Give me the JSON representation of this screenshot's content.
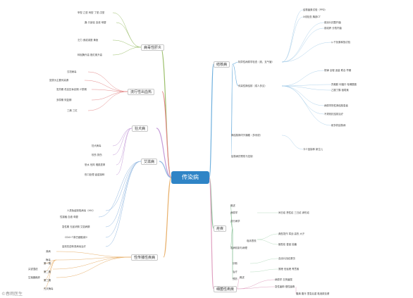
{
  "root": "传染病",
  "branches": {
    "b1": "病毒性肝炎",
    "b2": "流行性出血热",
    "b3": "狂犬病",
    "b4": "艾滋病",
    "b5": "性传播性疾病",
    "b6": "结核病",
    "b7": "疟疾",
    "b8": "细菌性痢疾"
  },
  "texts": {
    "t_rabies_label": "狂犬病",
    "t_tb_mid1": "特异性病原学检查（痰、支气管）",
    "t_tb_mid2": "传染性肺结核（成人多见）",
    "t_tb_mid3": "肺结核肺内外播散（多系统）",
    "t_tb_mid4": "结核病的预防与控制",
    "t_tb_r1": "结核菌素试验（PPD）",
    "t_tb_r2": "X线检查 胸部CT",
    "t_tb_r3": "痰涂片抗酸杆菌",
    "t_tb_r4": "痰培养 分枝杆菌",
    "t_tb_r5": "γ-干扰素释放试验",
    "t_tb_r6": "规律 全程 适量 联合 早期",
    "t_tb_r7": "异烟肼 利福平 吡嗪酰胺",
    "t_tb_r8": "乙胺丁醇 链霉素",
    "t_tb_r9": "病原学阳性肺结核患者",
    "t_tb_r10": "不规则抗结核治疗",
    "t_tb_r11": "耐多药结核病",
    "t_tb_r12": "卡介苗接种 新生儿",
    "t_mal_1": "概述",
    "t_mal_2": "病原学",
    "t_mal_3": "流行病学",
    "t_mal_4": "发病机制与病理",
    "t_mal_5": "临床表现",
    "t_mal_6": "诊断",
    "t_mal_7": "治疗",
    "t_mal_8": "预防",
    "t_mal_r1": "间日疟 恶性疟 三日疟 卵形疟",
    "t_mal_r2": "典型发作 寒战 高热 大汗",
    "t_mal_r3": "脑型疟 昏迷 抽搐",
    "t_mal_r4": "血涂片找疟原虫",
    "t_mal_r5": "氯喹 伯氨喹 青蒿素",
    "t_bd_1": "概述",
    "t_bd_2": "病原学 志贺菌属",
    "t_bd_3": "急性菌痢 慢性菌痢",
    "t_bd_4": "腹痛 腹泻 里急后重 黏液脓血便",
    "t_hep_1": "甲型 乙型 丙型 丁型 戊型",
    "t_hep_2": "粪-口途径 血液 母婴",
    "t_hep_3": "乏力 食欲减退 黄疸",
    "t_hep_4": "转氨酶升高 胆红素升高",
    "t_ehf_1": "汉坦病毒",
    "t_ehf_2": "鼠类为主要传染源",
    "t_ehf_3": "发热期 低血压休克期 少尿期",
    "t_ehf_4": "多尿期 恢复期",
    "t_ehf_5": "三痛 三红",
    "t_rab_1": "狂犬病毒",
    "t_rab_2": "咬伤 抓伤",
    "t_rab_3": "恐水 怕风 咽肌痉挛",
    "t_rab_4": "伤口处理 疫苗接种",
    "t_aids_1": "人类免疫缺陷病毒（HIV）",
    "t_aids_2": "性接触 血液 母婴",
    "t_aids_3": "急性期 无症状期 艾滋病期",
    "t_aids_4": "CD4+T淋巴细胞减少",
    "t_aids_5": "高效抗逆转录病毒治疗",
    "t_std_1": "淋病",
    "t_std_2": "梅毒",
    "t_std_3": "尖锐湿疣",
    "t_std_4": "生殖器疱疹",
    "t_std_5": "第一期",
    "t_std_6": "第二期",
    "t_std_7": "第三期",
    "t_std_8": "先天梅毒",
    "watermark": "©春雨医生"
  }
}
